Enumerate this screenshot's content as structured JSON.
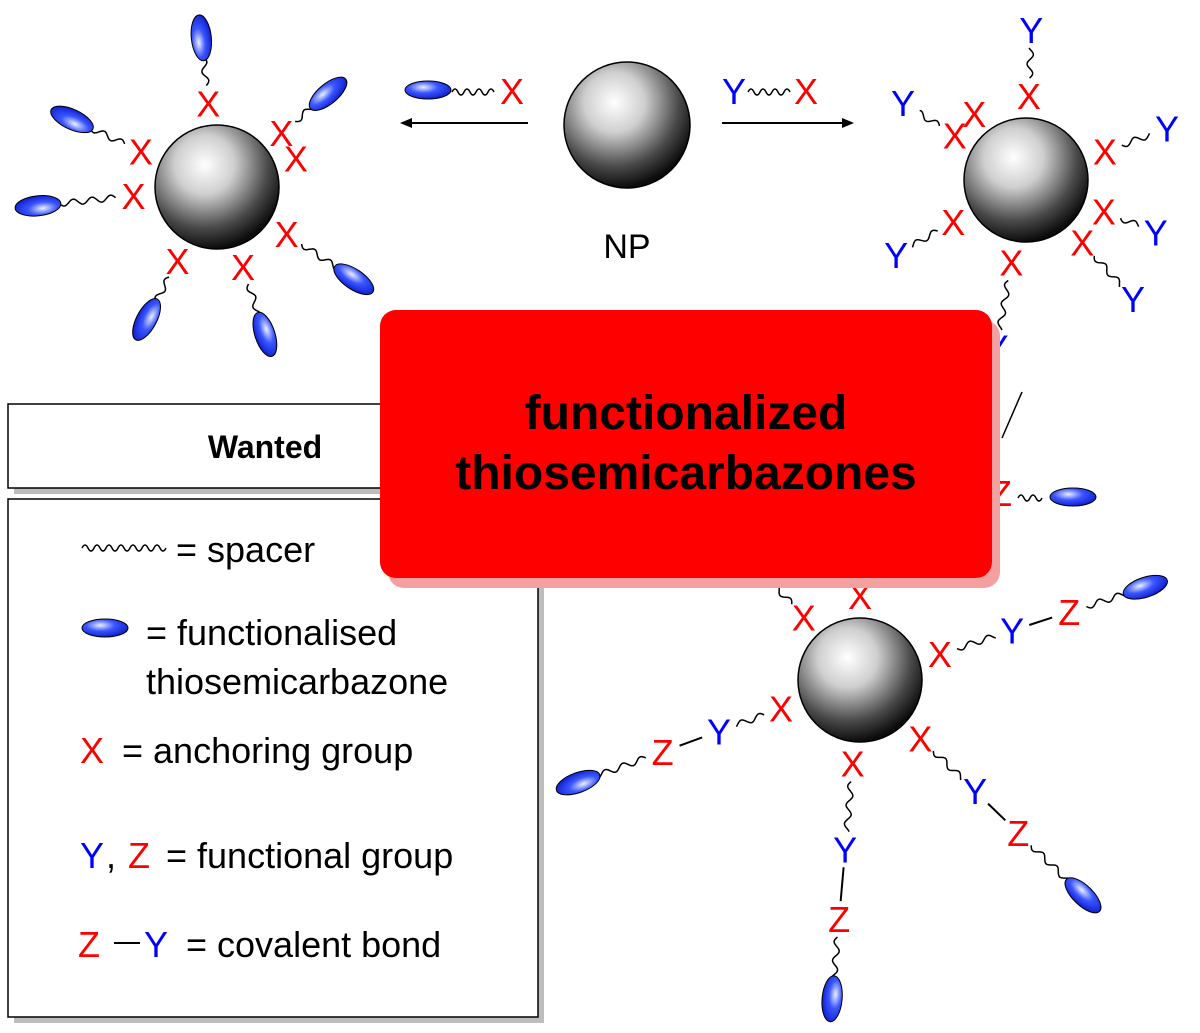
{
  "labels": {
    "x": "X",
    "y": "Y",
    "z": "Z",
    "np": "NP"
  },
  "legend": {
    "wanted": "Wanted",
    "spacer": "= spacer",
    "ts_line1": "= functionalised",
    "ts_line2": "thiosemicarbazone",
    "anchor": "= anchoring group",
    "functional_sep": ",",
    "functional": "= functional group",
    "covalent": "= covalent bond"
  },
  "banner": {
    "line1": "functionalized",
    "line2": "thiosemicarbazones"
  },
  "colors": {
    "x": "#ff0000",
    "z": "#ff0000",
    "y": "#0000ff",
    "ellipse": "#1a2aff",
    "banner": "#ff0000",
    "banner_shadow": "#f4a0a0"
  }
}
